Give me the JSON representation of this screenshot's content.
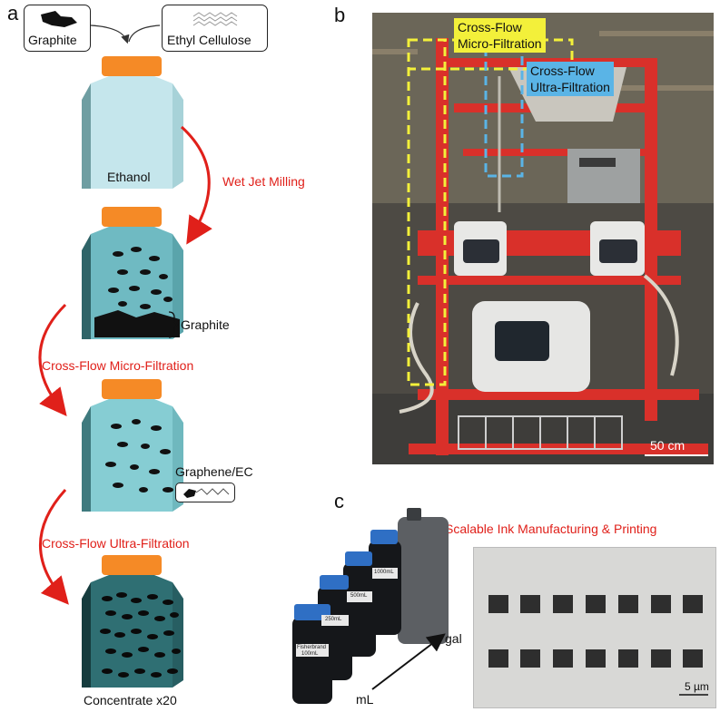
{
  "panels": {
    "a": "a",
    "b": "b",
    "c": "c"
  },
  "panel_a": {
    "inputs": [
      "Graphite",
      "Ethyl Cellulose"
    ],
    "bottle1_label": "Ethanol",
    "step1": "Wet Jet Milling",
    "bottle2_annotation": "Graphite",
    "step2": "Cross-Flow Micro-Filtration",
    "bottle3_annotation": "Graphene/EC",
    "step3": "Cross-Flow Ultra-Filtration",
    "bottle4_label": "Concentrate x20"
  },
  "panel_b": {
    "label_micro": "Cross-Flow\nMicro-Filtration",
    "label_ultra": "Cross-Flow\nUltra-Filtration",
    "scale": "50 cm"
  },
  "panel_c": {
    "title": "Scalable Ink Manufacturing & Printing",
    "axis_start": "mL",
    "axis_end": "gal",
    "scale": "5 µm",
    "bottle_brand": "Fisherbrand",
    "bottle_volumes": [
      "100mL",
      "250mL",
      "500mL",
      "1000mL"
    ]
  },
  "colors": {
    "cap": "#f58a26",
    "arrow_red": "#e0201a",
    "bottle_light": "#c5e6ec",
    "bottle_mid": "#7ec8cf",
    "bottle_dark": "#2f7a80",
    "highlight_yellow": "#f3f03a",
    "highlight_blue": "#5ab4e6"
  }
}
